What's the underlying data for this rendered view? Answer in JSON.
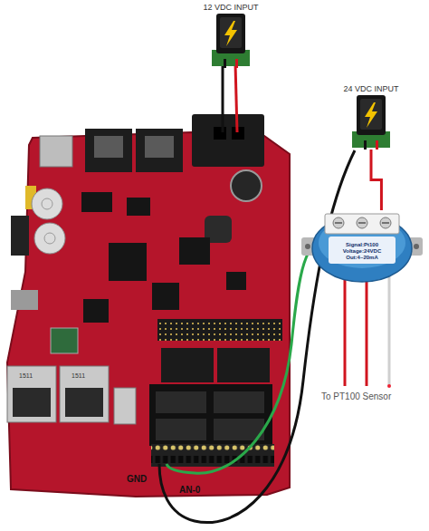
{
  "diagram": {
    "nodes": [
      {
        "text": [
          "12 VDC INPUT"
        ]
      },
      {
        "text": [
          "24 VDC INPUT"
        ]
      },
      {
        "text": [
          "Signal:Pt100",
          "Voltage:24VDC",
          "Out:4~20mA"
        ]
      }
    ],
    "edges": [
      {
        "from": 1,
        "to": 2,
        "arrow": "none"
      }
    ],
    "labels": [
      "GND",
      "AN-0",
      "To PT100 Sensor",
      "1511",
      "1511"
    ]
  }
}
